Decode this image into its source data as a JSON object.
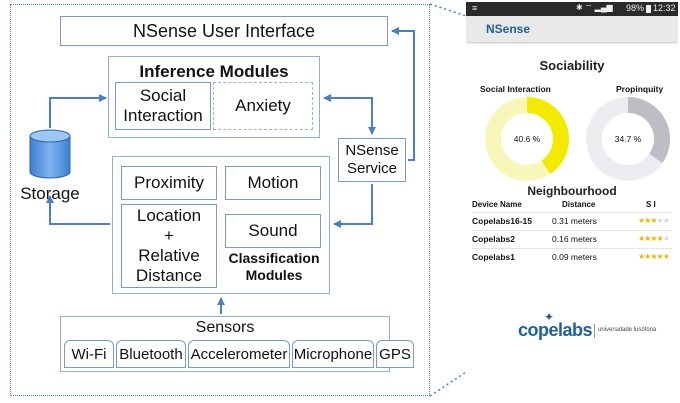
{
  "diagram": {
    "ui_label": "NSense User Interface",
    "inference_title": "Inference Modules",
    "social_interaction": [
      "Social",
      "Interaction"
    ],
    "anxiety": "Anxiety",
    "storage": "Storage",
    "service": [
      "NSense",
      "Service"
    ],
    "proximity": "Proximity",
    "motion": "Motion",
    "location": [
      "Location",
      "+",
      "Relative",
      "Distance"
    ],
    "sound": "Sound",
    "classification_title": [
      "Classification",
      "Modules"
    ],
    "sensors_title": "Sensors",
    "sensors": [
      "Wi-Fi",
      "Bluetooth",
      "Accelerometer",
      "Microphone",
      "GPS"
    ]
  },
  "phone": {
    "status": {
      "battery": "98%",
      "time": "12:32"
    },
    "app_name": "NSense",
    "sociability_title": "Sociability",
    "social_label": "Social Interaction",
    "propinquity_label": "Propinquity",
    "social_value": 40.6,
    "social_text": "40.6 %",
    "propinquity_value": 34.7,
    "propinquity_text": "34.7 %",
    "neighbourhood_title": "Neighbourhood",
    "columns": [
      "Device Name",
      "Distance",
      "S I"
    ],
    "rows": [
      {
        "device": "Copelabs16-15",
        "distance": "0.31 meters",
        "stars": 3
      },
      {
        "device": "Copelabs2",
        "distance": "0.16 meters",
        "stars": 4
      },
      {
        "device": "Copelabs1",
        "distance": "0.09 meters",
        "stars": 5
      }
    ],
    "footer_logo": "copelabs",
    "footer_univ": "universidade lusófona"
  },
  "colors": {
    "arrow": "#4a7fc0",
    "social_fill": "#f2ea00",
    "social_track": "#f8f6b8",
    "propinquity_fill": "#bdbdc5",
    "propinquity_track": "#ededf1",
    "brand": "#1f5f9a"
  }
}
